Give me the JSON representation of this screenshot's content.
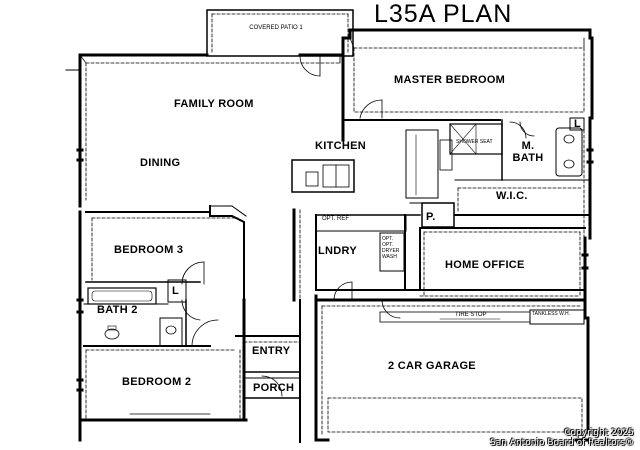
{
  "title": "L35A PLAN",
  "rooms": {
    "covered_patio": "COVERED PATIO 1",
    "master_bedroom": "MASTER BEDROOM",
    "family_room": "FAMILY ROOM",
    "dining": "DINING",
    "kitchen": "KITCHEN",
    "m_bath": "M. BATH",
    "shower_seat": "SHOWER SEAT",
    "wic": "W.I.C.",
    "pantry": "P.",
    "opt_ref": "OPT. REF",
    "bedroom_3": "BEDROOM 3",
    "lndry": "LNDRY",
    "opt_dryer_washer": "OPT. OPT. DRYER WASH",
    "home_office": "HOME OFFICE",
    "bath_2": "BATH 2",
    "linen": "L",
    "linen_master": "L",
    "entry": "ENTRY",
    "garage": "2 CAR GARAGE",
    "porch": "PORCH",
    "bedroom_2": "BEDROOM 2",
    "tire_stop": "TIRE STOP",
    "tankless_wh": "TANKLESS W.H."
  },
  "copyright": {
    "line1": "Copyright 2025",
    "line2": "San Antonio Board of Realtors®"
  }
}
